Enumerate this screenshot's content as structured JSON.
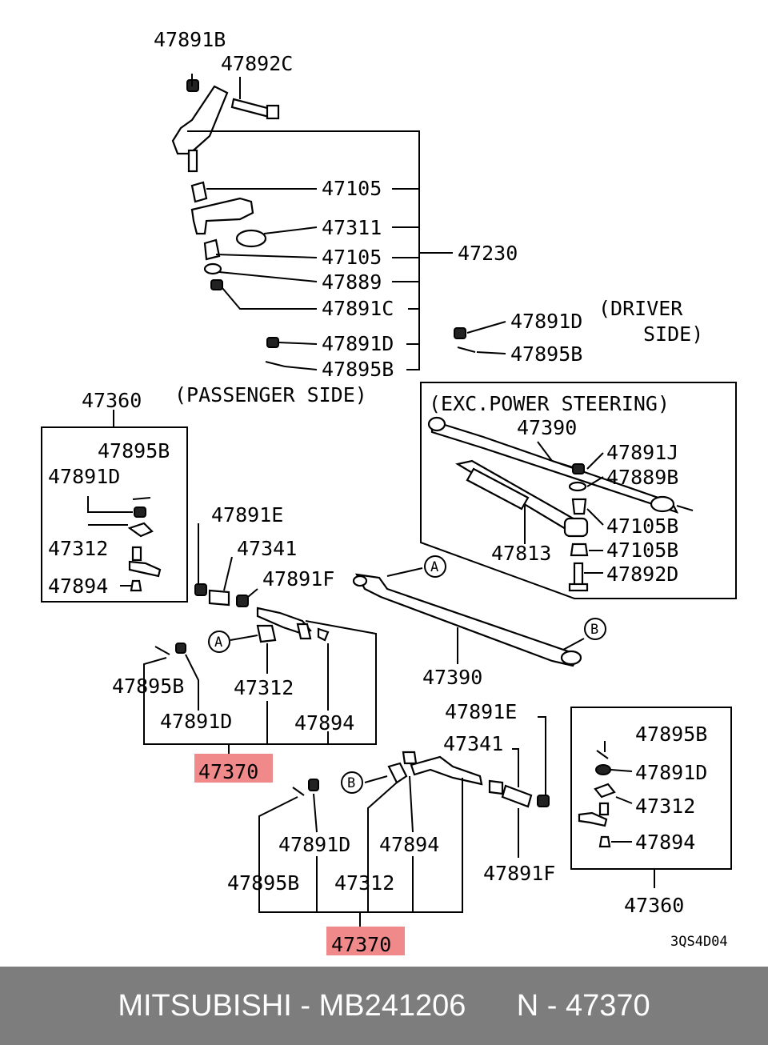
{
  "labels": {
    "p47891B_top": "47891B",
    "p47892C": "47892C",
    "p47105_a": "47105",
    "p47311": "47311",
    "p47105_b": "47105",
    "p47230": "47230",
    "p47889": "47889",
    "p47891C": "47891C",
    "p47891D_top": "47891D",
    "p47895B_top": "47895B",
    "passenger_side": "(PASSENGER SIDE)",
    "p47891D_drv": "47891D",
    "p47895B_drv": "47895B",
    "driver_side_1": "(DRIVER",
    "driver_side_2": "SIDE)",
    "exc_power": "(EXC.POWER STEERING)",
    "p47390_box": "47390",
    "p47891J": "47891J",
    "p47889B": "47889B",
    "p47105B_1": "47105B",
    "p47813": "47813",
    "p47105B_2": "47105B",
    "p47892D": "47892D",
    "p47360_left": "47360",
    "p47895B_l": "47895B",
    "p47891D_l": "47891D",
    "p47312_l": "47312",
    "p47894_l": "47894",
    "p47891E_mid": "47891E",
    "p47341_mid": "47341",
    "p47891F_mid": "47891F",
    "callout_a1": "A",
    "p47895B_m": "47895B",
    "p47312_m": "47312",
    "p47891D_m": "47891D",
    "p47894_m": "47894",
    "p47370_a": "47370",
    "callout_a2": "A",
    "callout_b1": "B",
    "p47390_mid": "47390",
    "p47891E_low": "47891E",
    "p47341_low": "47341",
    "callout_b2": "B",
    "p47891D_low": "47891D",
    "p47894_low": "47894",
    "p47891F_low": "47891F",
    "p47895B_low": "47895B",
    "p47312_low": "47312",
    "p47370_b": "47370",
    "p47895B_r": "47895B",
    "p47891D_r": "47891D",
    "p47312_r": "47312",
    "p47894_r": "47894",
    "p47360_right": "47360",
    "drawing_code": "3QS4D04"
  },
  "footer": {
    "brand": "MITSUBISHI",
    "separator1": " - ",
    "part_number": "MB241206",
    "gap": "      ",
    "position": "N",
    "separator2": " - ",
    "ref": "47370"
  },
  "colors": {
    "highlight": "#f08a8a",
    "footer_bg": "#7d7d7d",
    "footer_text": "#ffffff"
  }
}
